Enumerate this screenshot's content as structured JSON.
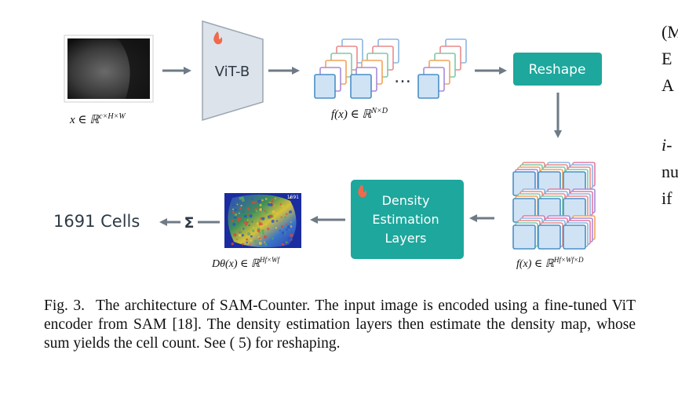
{
  "figure": {
    "input_label": "x ∈ ℝ",
    "input_sup": "c×H×W",
    "encoder_label": "ViT-B",
    "features_label": "f(x) ∈ ℝ",
    "features_sup": "N×D",
    "ellipsis": "…",
    "reshape_label": "Reshape",
    "reshaped_label": "f(x) ∈ ℝ",
    "reshaped_sup": "Hf×Wf×D",
    "density_layers": [
      "Density",
      "Estimation",
      "Layers"
    ],
    "density_map_label": "Dθ(x) ∈ ℝ",
    "density_map_sup": "Hf×Wf",
    "density_map_corner": "1691",
    "sum_symbol": "Σ",
    "count_label": "1691 Cells"
  },
  "caption": {
    "label": "Fig. 3.",
    "text": "The architecture of SAM-Counter. The input image is encoded using a fine-tuned ViT encoder from SAM [18]. The density estimation layers then estimate the density map, whose sum yields the cell count. See ( 5) for reshaping."
  },
  "side_text": [
    "(M",
    "E",
    "A",
    "i-",
    "nu",
    "if"
  ],
  "colors": {
    "teal": "#1ea79c",
    "arrow": "#6e7b86",
    "encoder_fill": "#dde3ea",
    "flame": "#ef6a4c",
    "token_front": "#cfe3f5",
    "token_border": "#4a8fc5"
  }
}
